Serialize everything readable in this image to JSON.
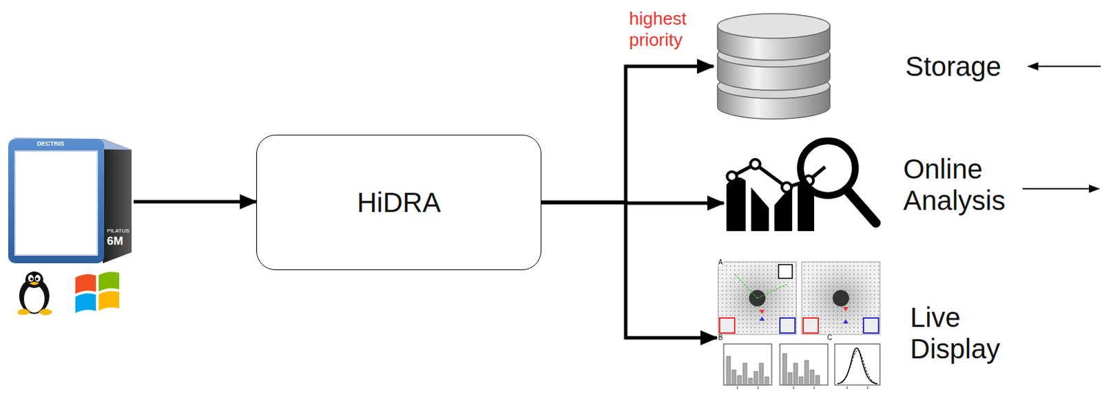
{
  "diagram": {
    "nodes": [
      {
        "text": [
          "DECTRIS",
          "PILATUS",
          "6M"
        ]
      },
      {
        "text": [
          "HiDRA"
        ]
      },
      {
        "text": [
          "Storage"
        ]
      },
      {
        "text": [
          "Online Analysis"
        ]
      },
      {
        "text": [
          "Live Display"
        ]
      }
    ],
    "edges": [
      {
        "from": 0,
        "to": 1,
        "arrow": "to"
      },
      {
        "from": 1,
        "to": 2,
        "label": "highest priority",
        "arrow": "to"
      },
      {
        "from": 1,
        "to": 3,
        "arrow": "to"
      },
      {
        "from": 1,
        "to": 4,
        "arrow": "to"
      }
    ],
    "labels": [
      "A",
      "B",
      "C"
    ]
  }
}
